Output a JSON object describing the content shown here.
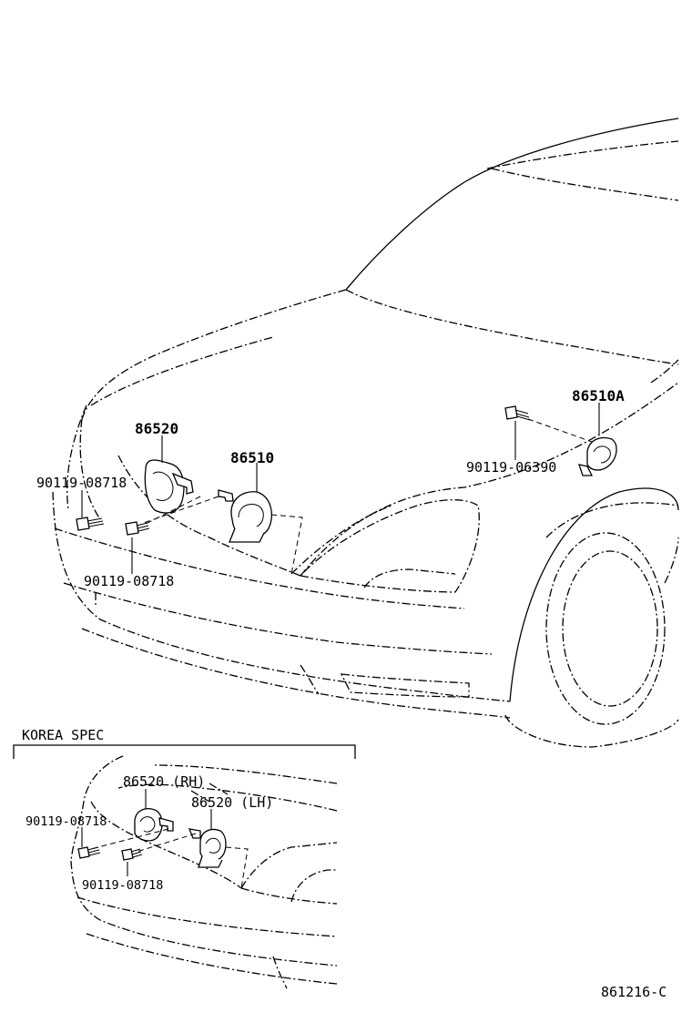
{
  "labels": {
    "part_86520": "86520",
    "part_86510": "86510",
    "part_86510a": "86510A",
    "bolt_left_upper": "90119-08718",
    "bolt_left_lower": "90119-08718",
    "bolt_right": "90119-06390",
    "korea_heading": "KOREA SPEC",
    "korea_86520_rh": "86520 (RH)",
    "korea_86520_lh": "86520 (LH)",
    "korea_bolt_upper": "90119-08718",
    "korea_bolt_lower": "90119-08718",
    "diagram_code": "861216-C"
  }
}
